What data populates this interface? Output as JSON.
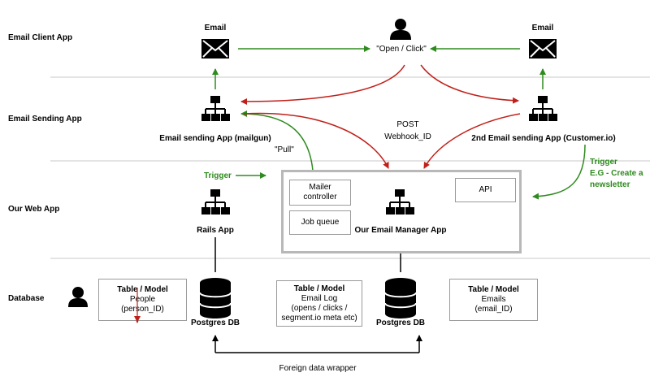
{
  "rows": {
    "email_client": "Email Client App",
    "email_sending": "Email Sending App",
    "web_app": "Our Web App",
    "database": "Database"
  },
  "nodes": {
    "email_left": "Email",
    "email_right": "Email",
    "open_click": "\"Open / Click\"",
    "mailgun": "Email sending App (mailgun)",
    "customerio": "2nd Email sending App (Customer.io)",
    "rails": "Rails App",
    "manager": "Our Email Manager App",
    "mailer_controller_l1": "Mailer",
    "mailer_controller_l2": "controller",
    "job_queue": "Job queue",
    "api": "API",
    "pg_left": "Postgres DB",
    "pg_right": "Postgres DB"
  },
  "labels": {
    "post": "POST",
    "webhook": "Webhook_ID",
    "pull": "\"Pull\"",
    "trigger_left": "Trigger",
    "trigger_right_1": "Trigger",
    "trigger_right_2": "E.G - Create a",
    "trigger_right_3": "newsletter",
    "fdw": "Foreign data wrapper"
  },
  "tables": {
    "people": {
      "title": "Table / Model",
      "l1": "People",
      "l2": "(person_ID)"
    },
    "email_log": {
      "title": "Table / Model",
      "l1": "Email Log",
      "l2": "(opens / clicks /",
      "l3": "segment.io meta etc)"
    },
    "emails": {
      "title": "Table / Model",
      "l1": "Emails",
      "l2": "(email_ID)"
    }
  },
  "colors": {
    "green": "#2e8b1e",
    "red": "#c0201a",
    "divider": "#c8c8c8",
    "frame": "#b8b8b8"
  }
}
